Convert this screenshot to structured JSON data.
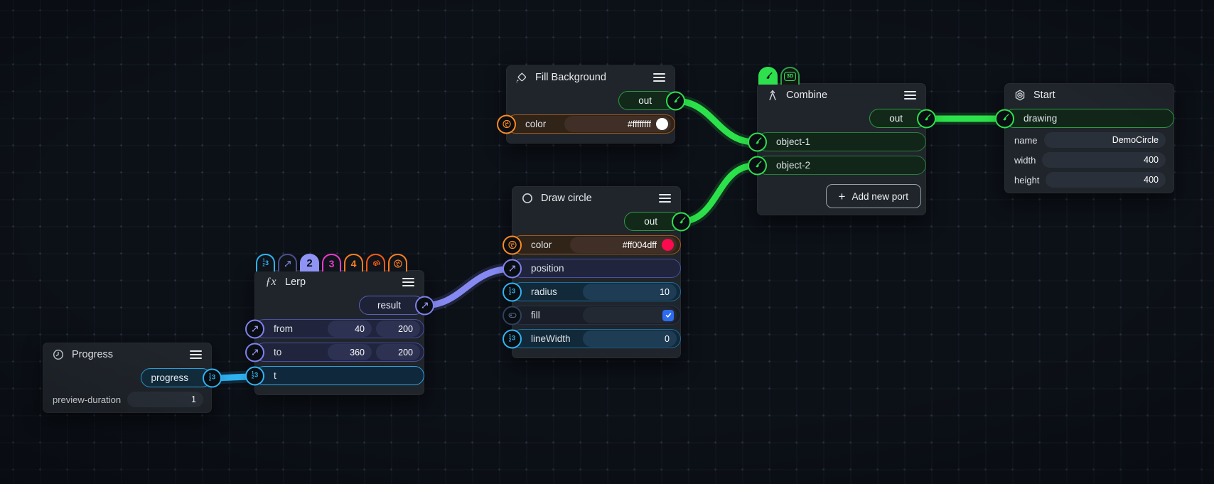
{
  "colors": {
    "wire_green": "#2ce24a",
    "wire_purple": "#8589f1",
    "wire_blue": "#2fb5f4",
    "type_orange": "#fb8b24",
    "type_pink": "#e93ccb",
    "type_red_orange": "#fb5a17",
    "selected_tab_purple": "#8e93f4",
    "checkbox_blue": "#2d6cf0",
    "swatch_white": "#ffffff",
    "swatch_crimson": "#fa0a4e"
  },
  "icons": {
    "plus_glyph": "+",
    "box3d_label": "3D",
    "num123": {
      "d1": "1",
      "d2": "2",
      "d3": "3"
    }
  },
  "nodes": {
    "fill_background": {
      "title": "Fill Background",
      "out_label": "out",
      "color_label": "color",
      "color_value": "#ffffffff"
    },
    "draw_circle": {
      "title": "Draw circle",
      "out_label": "out",
      "color_label": "color",
      "color_value": "#ff004dff",
      "position_label": "position",
      "radius_label": "radius",
      "radius_value": "10",
      "fill_label": "fill",
      "fill_checked": true,
      "linewidth_label": "lineWidth",
      "linewidth_value": "0"
    },
    "combine": {
      "title": "Combine",
      "out_label": "out",
      "object1_label": "object-1",
      "object2_label": "object-2",
      "add_port_label": "Add new port"
    },
    "start": {
      "title": "Start",
      "drawing_label": "drawing",
      "name_label": "name",
      "name_value": "DemoCircle",
      "width_label": "width",
      "width_value": "400",
      "height_label": "height",
      "height_value": "400"
    },
    "lerp": {
      "title": "Lerp",
      "fn_glyph": "ƒx",
      "result_label": "result",
      "from_label": "from",
      "from_x": "40",
      "from_y": "200",
      "to_label": "to",
      "to_x": "360",
      "to_y": "200",
      "t_label": "t",
      "tab2": "2",
      "tab3": "3",
      "tab4": "4"
    },
    "progress": {
      "title": "Progress",
      "out_label": "progress",
      "duration_label": "preview-duration",
      "duration_value": "1"
    }
  }
}
